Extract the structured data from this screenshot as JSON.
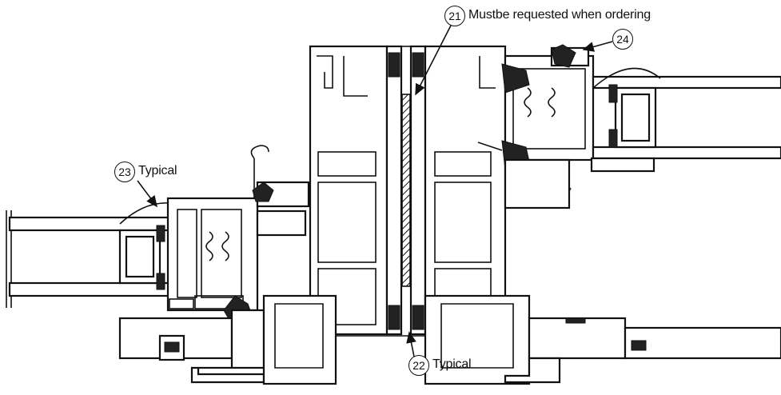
{
  "callouts": [
    {
      "number": "21",
      "text": "Mustbe requested when ordering"
    },
    {
      "number": "22",
      "text": "Typical"
    },
    {
      "number": "23",
      "text": "Typical"
    },
    {
      "number": "24",
      "text": ""
    }
  ]
}
